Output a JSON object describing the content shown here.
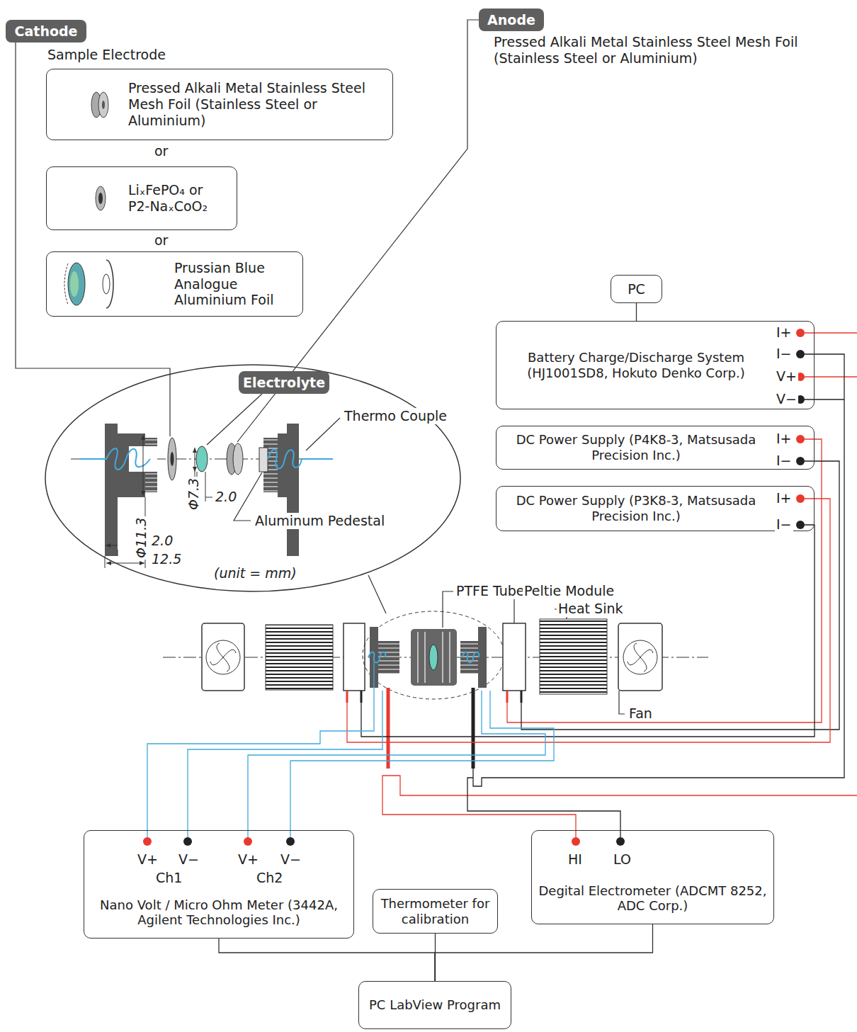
{
  "diagram": {
    "nodes": [
      {
        "text": [
          "Cathode"
        ]
      },
      {
        "text": [
          "Pressed Alkali Metal Stainless Steel Mesh Foil (Stainless Steel or Aluminium)"
        ]
      },
      {
        "text": [
          "LiₓFePO₄ or P2-NaₓCoO₂"
        ]
      },
      {
        "text": [
          "Prussian Blue Analogue Aluminium Foil"
        ]
      },
      {
        "text": [
          "Anode"
        ]
      },
      {
        "text": [
          "Electrolyte"
        ]
      },
      {
        "text": [
          "PC"
        ]
      },
      {
        "text": [
          "Battery Charge/Discharge System (HJ1001SD8, Hokuto Denko Corp.)"
        ]
      },
      {
        "text": [
          "DC Power Supply (P4K8-3, Matsusada Precision Inc.)"
        ]
      },
      {
        "text": [
          "DC Power Supply (P3K8-3, Matsusada Precision Inc.)"
        ]
      },
      {
        "text": [
          "Nano Volt / Micro Ohm Meter (3442A, Agilent Technologies Inc.)"
        ]
      },
      {
        "text": [
          "Thermometer for calibration"
        ]
      },
      {
        "text": [
          "Degital Electrometer (ADCMT 8252, ADC Corp.)"
        ]
      },
      {
        "text": [
          "PC LabView Program"
        ]
      }
    ],
    "edges": [
      {
        "from": 6,
        "to": 7,
        "arrow": "none"
      },
      {
        "from": 10,
        "to": 13,
        "arrow": "none"
      },
      {
        "from": 11,
        "to": 13,
        "arrow": "none"
      },
      {
        "from": 12,
        "to": 13,
        "arrow": "none"
      }
    ],
    "labels": [
      "Sample Electrode",
      "or",
      "or",
      "Pressed Alkali Metal Stainless Steel Mesh Foil (Stainless Steel or Aluminium)",
      "Thermo Couple",
      "Φ11.3",
      "Φ7.3",
      "2.0",
      "2.0",
      "12.5",
      "Aluminum Pedestal",
      "(unit = mm)",
      "PTFE Tube",
      "Peltie Module",
      "Heat Sink",
      "Fan",
      "I+",
      "I−",
      "V+",
      "V−",
      "I+",
      "I−",
      "I+",
      "I−",
      "V+",
      "V−",
      "Ch1",
      "V+",
      "V−",
      "Ch2",
      "HI",
      "LO"
    ]
  }
}
